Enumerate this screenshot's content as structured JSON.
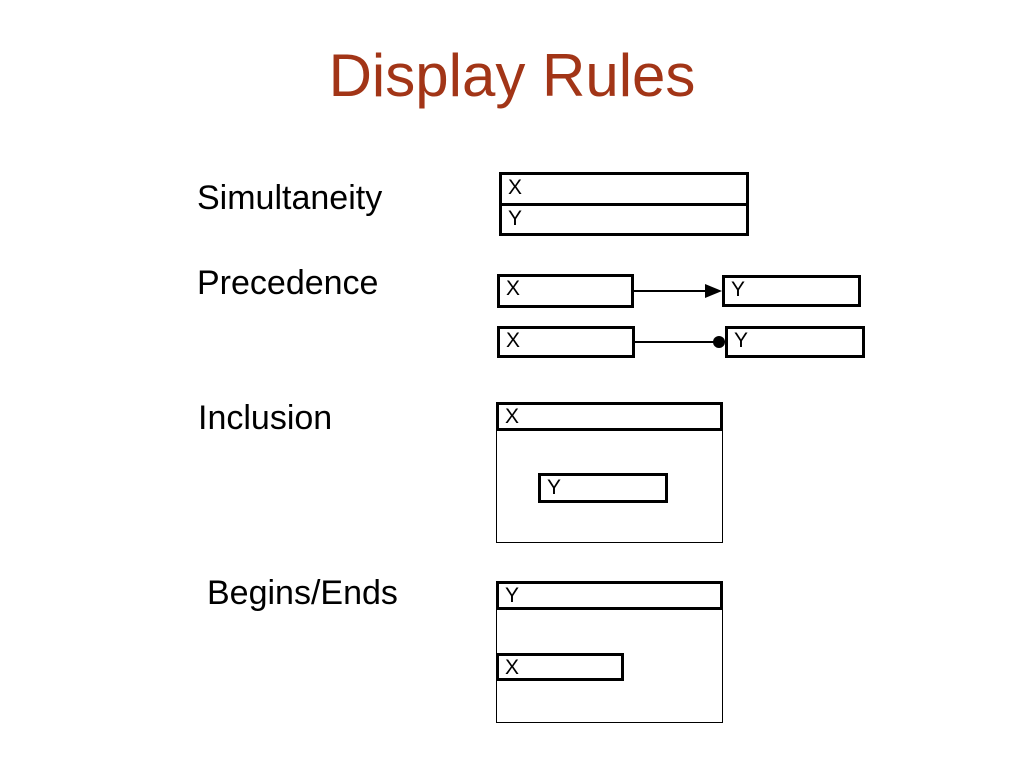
{
  "slide": {
    "title": "Display Rules",
    "title_color": "#A23517",
    "background_color": "#FFFFFF",
    "text_color": "#000000"
  },
  "sections": {
    "simultaneity": {
      "label": "Simultaneity",
      "top_box": "X",
      "bottom_box": "Y"
    },
    "precedence": {
      "label": "Precedence",
      "arrow_variant": {
        "from": "X",
        "to": "Y",
        "connector": "arrowhead"
      },
      "dot_variant": {
        "from": "X",
        "to": "Y",
        "connector": "dot"
      }
    },
    "inclusion": {
      "label": "Inclusion",
      "outer_box": "X",
      "inner_box": "Y"
    },
    "begins_ends": {
      "label": "Begins/Ends",
      "outer_box": "Y",
      "inner_box": "X"
    }
  }
}
